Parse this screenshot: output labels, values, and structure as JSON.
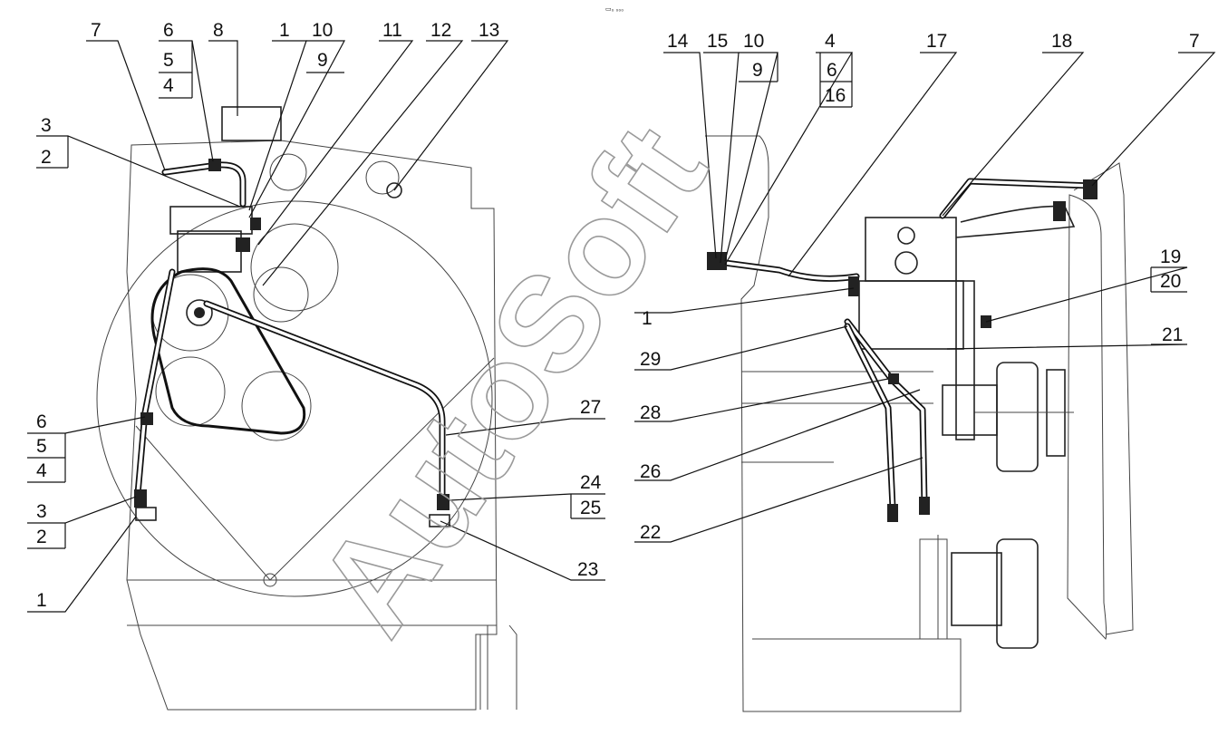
{
  "header_mark": "▭₀ ₀₀₀",
  "watermark": "AutoSoft",
  "left_view": {
    "callouts": [
      "7",
      "6",
      "5",
      "4",
      "8",
      "1",
      "10",
      "9",
      "11",
      "12",
      "13",
      "3",
      "2",
      "6",
      "5",
      "4",
      "3",
      "2",
      "1",
      "27",
      "24",
      "25",
      "23"
    ]
  },
  "right_view": {
    "callouts": [
      "14",
      "15",
      "10",
      "9",
      "4",
      "6",
      "16",
      "17",
      "18",
      "7",
      "1",
      "19",
      "20",
      "29",
      "21",
      "28",
      "26",
      "22"
    ]
  }
}
